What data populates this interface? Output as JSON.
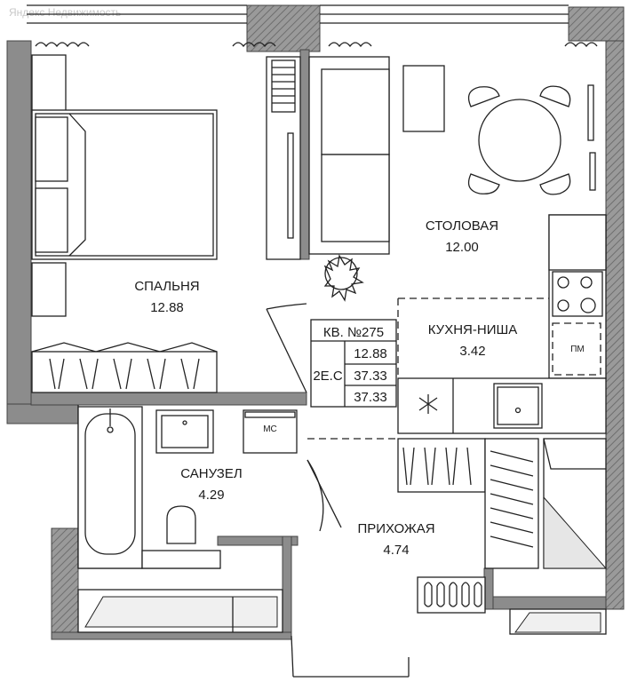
{
  "watermark": "Яндекс Недвижимость",
  "rooms": {
    "bedroom": {
      "name": "СПАЛЬНЯ",
      "area": "12.88"
    },
    "dining": {
      "name": "СТОЛОВАЯ",
      "area": "12.00"
    },
    "kitchen": {
      "name": "КУХНЯ-НИША",
      "area": "3.42"
    },
    "bathroom": {
      "name": "САНУЗЕЛ",
      "area": "4.29"
    },
    "hallway": {
      "name": "ПРИХОЖАЯ",
      "area": "4.74"
    }
  },
  "apartment": {
    "number": "КВ. №275",
    "type": "2Е.С",
    "living_area": "12.88",
    "total_area": "37.33",
    "total_area_alt": "37.33"
  },
  "fixtures": {
    "washer": "МС",
    "dishwasher": "ПМ"
  },
  "colors": {
    "wall": "#8c8c8c",
    "line": "#222222",
    "background": "#ffffff"
  }
}
